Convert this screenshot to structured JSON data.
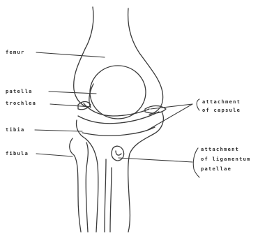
{
  "labels": {
    "femur": "femur",
    "patella": "patella",
    "trochlea": "trochlea",
    "tibia": "tibia",
    "fibula": "fibula",
    "capsule_line1": "attachment",
    "capsule_line2": "of capsule",
    "lig_line1": "attachment",
    "lig_line2": "of ligamentum",
    "lig_line3": "patellae"
  },
  "colors": {
    "line": "#3a3a3a",
    "text": "#2a2a2a",
    "background": "#ffffff"
  }
}
